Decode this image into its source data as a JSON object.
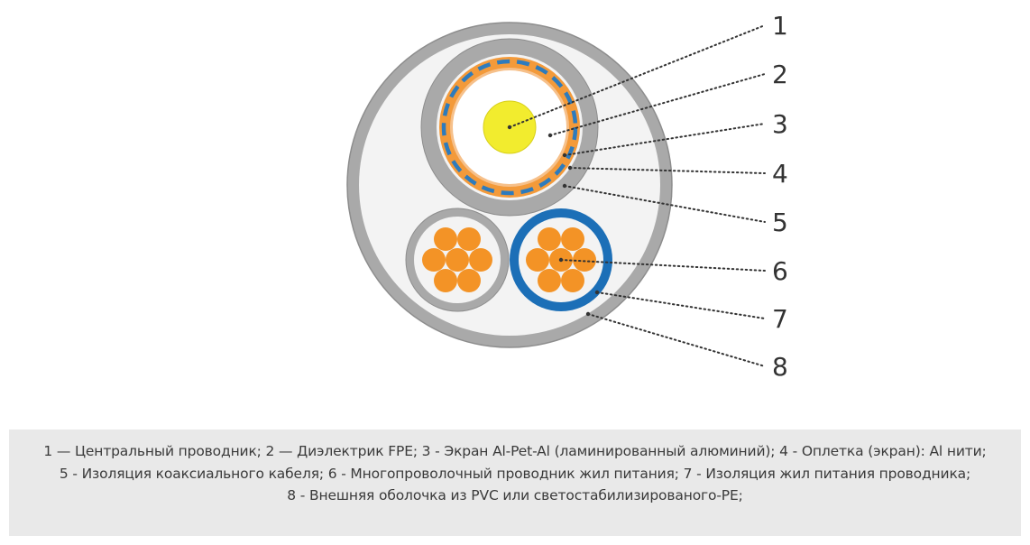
{
  "callouts": [
    {
      "number": "1"
    },
    {
      "number": "2"
    },
    {
      "number": "3"
    },
    {
      "number": "4"
    },
    {
      "number": "5"
    },
    {
      "number": "6"
    },
    {
      "number": "7"
    },
    {
      "number": "8"
    }
  ],
  "caption": {
    "line1": "1 — Центральный проводник; 2 — Диэлектрик FPE; 3 - Экран Al-Pet-Al (ламинированный алюминий); 4 - Оплетка (экран): Al нити;",
    "line2": "5 - Изоляция коаксиального кабеля; 6 - Многопроволочный проводник жил питания; 7 -  Изоляция жил питания проводника;",
    "line3": "8 - Внешняя оболочка из PVC или светостабилизированого-PE;"
  },
  "colors": {
    "outer_sheath": "#a9a9a9",
    "coax_insulation": "#a9a9a9",
    "braid": "#f39a3a",
    "braid_dashes": "#2d7bbd",
    "screen": "#f6c08a",
    "dielectric": "#ffffff",
    "center_conductor": "#f2ec2e",
    "strand": "#f39326",
    "power_insulation_grey": "#a9a9a9",
    "power_insulation_blue": "#1c6fb7",
    "background_fill": "#f3f3f3"
  }
}
